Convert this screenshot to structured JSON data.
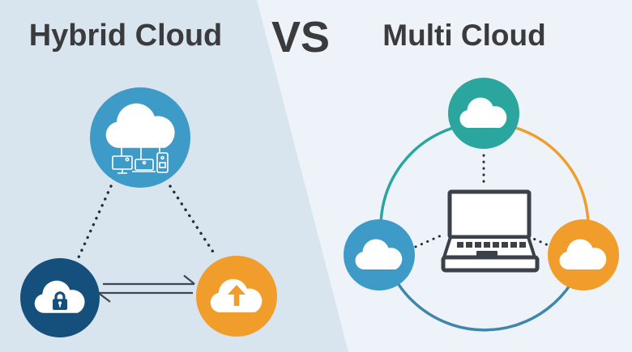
{
  "titles": {
    "left": "Hybrid Cloud",
    "versus": "VS",
    "right": "Multi Cloud"
  },
  "colors": {
    "bg_left": "#d8e4ee",
    "bg_right": "#edf3f8",
    "title_text": "#3b3b3e",
    "blue": "#3e9ac6",
    "navy": "#15507c",
    "orange": "#f09d2c",
    "teal": "#2aa69f",
    "arc_blue": "#3e86ac",
    "connector_dark": "#222e3a",
    "arrow_dark": "#3c4654",
    "laptop_dark": "#3a4149",
    "white": "#ffffff"
  },
  "icons": {
    "cloud": "cloud-shape",
    "lock": "padlock-on-cloud",
    "upload": "up-arrow-on-cloud",
    "devices": "monitor-laptop-phone-under-cloud",
    "laptop": "laptop-computer",
    "exchange": "bidirectional-arrows",
    "dotted_link": "dotted-connector-line",
    "ring": "three-color-ring"
  },
  "left_diagram": {
    "nodes": [
      "cloud-with-connected-devices",
      "private-cloud-lock",
      "public-cloud-upload"
    ]
  },
  "right_diagram": {
    "nodes": [
      "teal-cloud",
      "blue-cloud",
      "orange-cloud",
      "laptop"
    ]
  }
}
